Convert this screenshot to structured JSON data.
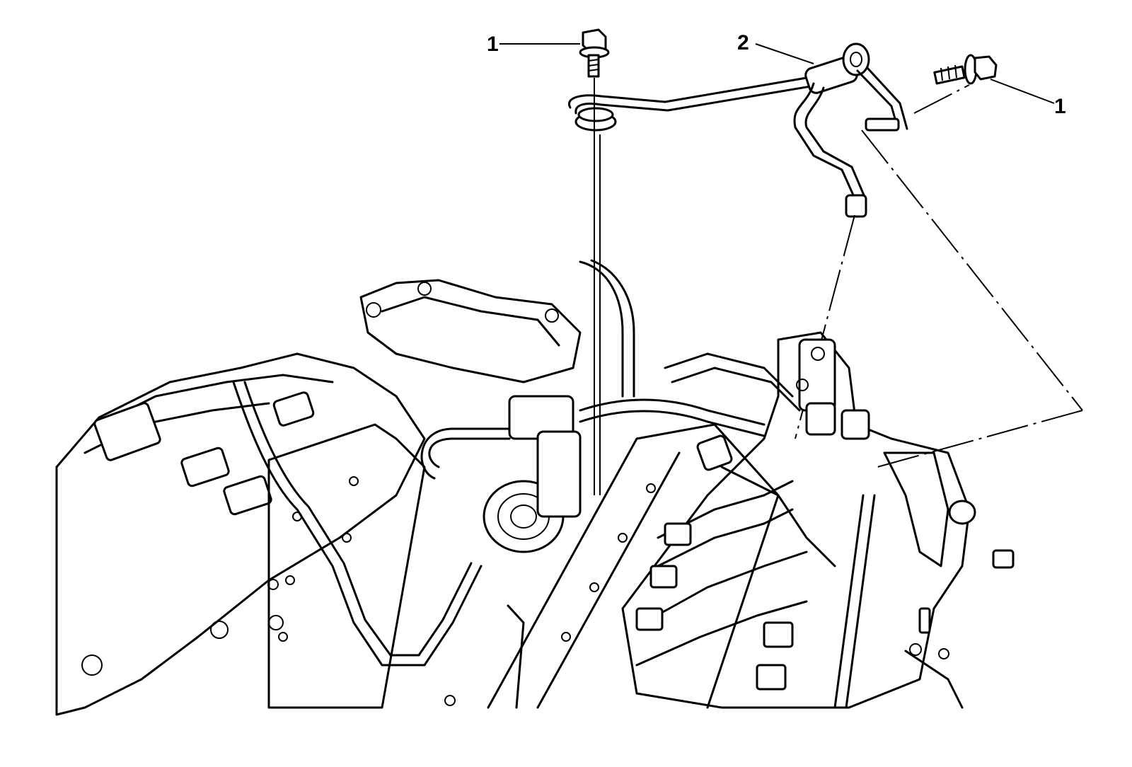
{
  "callouts": [
    {
      "id": "bolt-left",
      "label": "1"
    },
    {
      "id": "pipe-assembly",
      "label": "2"
    },
    {
      "id": "bolt-right",
      "label": "1"
    }
  ]
}
